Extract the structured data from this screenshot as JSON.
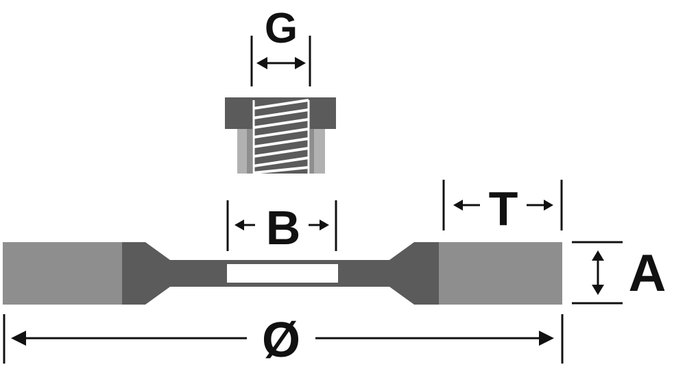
{
  "labels": {
    "g": "G",
    "b": "B",
    "t": "T",
    "a": "A",
    "diameter": "Ø"
  },
  "colors": {
    "dark_gray": "#5b5b5c",
    "mid_gray": "#8e8e8f",
    "light_gray": "#b1b1b2",
    "line": "#111111",
    "white": "#ffffff"
  }
}
